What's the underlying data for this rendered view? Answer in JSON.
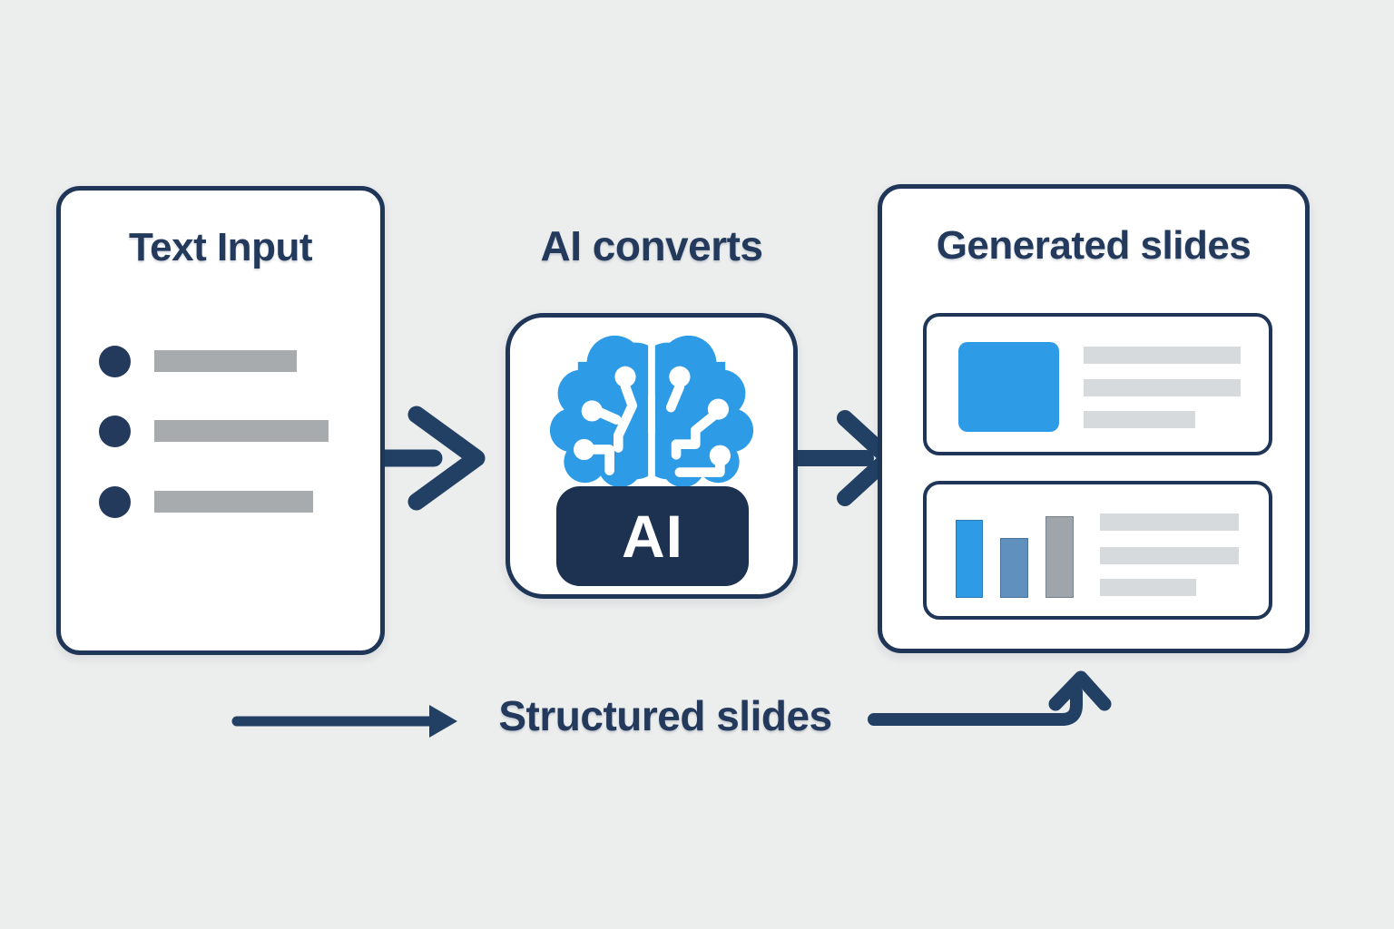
{
  "colors": {
    "background": "#ECEDED",
    "navy_text": "#233A5C",
    "navy_border": "#1F3659",
    "navy_arrow": "#224064",
    "badge_navy": "#1D3250",
    "bright_blue": "#2E9BE6",
    "steel_blue": "#6090BD",
    "gray_bar_dark": "#A8ABAE",
    "gray_bar_light": "#D7DADD",
    "gray_chart_bar": "#9FA5AB"
  },
  "left_card": {
    "title": "Text Input",
    "bullet_count": 3,
    "bullet_bar_widths": [
      157,
      192,
      175
    ]
  },
  "middle": {
    "label": "AI converts",
    "badge_text": "AI",
    "icon": "ai-brain-circuit-icon"
  },
  "right_card": {
    "title": "Generated slides",
    "slide1": {
      "type": "image-with-text",
      "text_bar_widths": [
        173,
        173,
        123
      ]
    },
    "slide2": {
      "type": "bar-chart-with-text",
      "chart_bar_heights": [
        86,
        66,
        90
      ],
      "text_bar_widths": [
        153,
        153,
        106
      ]
    }
  },
  "flow": {
    "bottom_label": "Structured slides",
    "arrows": [
      "text-input-to-ai",
      "ai-to-generated-slides",
      "structured-slides-left",
      "structured-slides-up-to-generated"
    ]
  }
}
